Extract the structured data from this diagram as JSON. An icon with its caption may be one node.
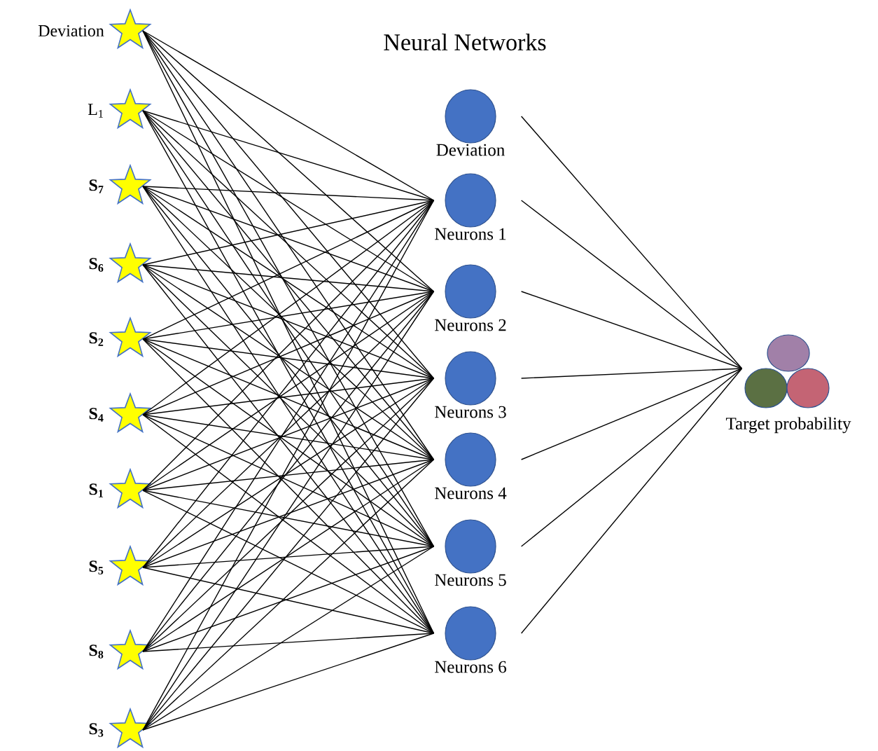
{
  "diagram": {
    "title": "Neural Networks",
    "nodes": [
      {
        "text": [
          "Deviation"
        ]
      },
      {
        "text": [
          "L$_{1}$"
        ]
      },
      {
        "text": [
          "S$_{7}$"
        ]
      },
      {
        "text": [
          "S$_{6}$"
        ]
      },
      {
        "text": [
          "S$_{2}$"
        ]
      },
      {
        "text": [
          "S$_{4}$"
        ]
      },
      {
        "text": [
          "S$_{1}$"
        ]
      },
      {
        "text": [
          "S$_{5}$"
        ]
      },
      {
        "text": [
          "S$_{8}$"
        ]
      },
      {
        "text": [
          "S$_{3}$"
        ]
      },
      {
        "text": [
          "Deviation"
        ]
      },
      {
        "text": [
          "Neurons 1"
        ]
      },
      {
        "text": [
          "Neurons 2"
        ]
      },
      {
        "text": [
          "Neurons 3"
        ]
      },
      {
        "text": [
          "Neurons 4"
        ]
      },
      {
        "text": [
          "Neurons 5"
        ]
      },
      {
        "text": [
          "Neurons 6"
        ]
      },
      {
        "text": [
          "Target probability"
        ]
      }
    ],
    "edges": [
      {
        "from": 0,
        "to": 11,
        "arrow": "none"
      },
      {
        "from": 0,
        "to": 12,
        "arrow": "none"
      },
      {
        "from": 0,
        "to": 13,
        "arrow": "none"
      },
      {
        "from": 0,
        "to": 14,
        "arrow": "none"
      },
      {
        "from": 0,
        "to": 15,
        "arrow": "none"
      },
      {
        "from": 0,
        "to": 16,
        "arrow": "none"
      },
      {
        "from": 1,
        "to": 11,
        "arrow": "none"
      },
      {
        "from": 1,
        "to": 12,
        "arrow": "none"
      },
      {
        "from": 1,
        "to": 13,
        "arrow": "none"
      },
      {
        "from": 1,
        "to": 14,
        "arrow": "none"
      },
      {
        "from": 1,
        "to": 15,
        "arrow": "none"
      },
      {
        "from": 1,
        "to": 16,
        "arrow": "none"
      },
      {
        "from": 2,
        "to": 11,
        "arrow": "none"
      },
      {
        "from": 2,
        "to": 12,
        "arrow": "none"
      },
      {
        "from": 2,
        "to": 13,
        "arrow": "none"
      },
      {
        "from": 2,
        "to": 14,
        "arrow": "none"
      },
      {
        "from": 2,
        "to": 15,
        "arrow": "none"
      },
      {
        "from": 2,
        "to": 16,
        "arrow": "none"
      },
      {
        "from": 3,
        "to": 11,
        "arrow": "none"
      },
      {
        "from": 3,
        "to": 12,
        "arrow": "none"
      },
      {
        "from": 3,
        "to": 13,
        "arrow": "none"
      },
      {
        "from": 3,
        "to": 14,
        "arrow": "none"
      },
      {
        "from": 3,
        "to": 15,
        "arrow": "none"
      },
      {
        "from": 3,
        "to": 16,
        "arrow": "none"
      },
      {
        "from": 4,
        "to": 11,
        "arrow": "none"
      },
      {
        "from": 4,
        "to": 12,
        "arrow": "none"
      },
      {
        "from": 4,
        "to": 13,
        "arrow": "none"
      },
      {
        "from": 4,
        "to": 14,
        "arrow": "none"
      },
      {
        "from": 4,
        "to": 15,
        "arrow": "none"
      },
      {
        "from": 4,
        "to": 16,
        "arrow": "none"
      },
      {
        "from": 5,
        "to": 11,
        "arrow": "none"
      },
      {
        "from": 5,
        "to": 12,
        "arrow": "none"
      },
      {
        "from": 5,
        "to": 13,
        "arrow": "none"
      },
      {
        "from": 5,
        "to": 14,
        "arrow": "none"
      },
      {
        "from": 5,
        "to": 15,
        "arrow": "none"
      },
      {
        "from": 5,
        "to": 16,
        "arrow": "none"
      },
      {
        "from": 6,
        "to": 11,
        "arrow": "none"
      },
      {
        "from": 6,
        "to": 12,
        "arrow": "none"
      },
      {
        "from": 6,
        "to": 13,
        "arrow": "none"
      },
      {
        "from": 6,
        "to": 14,
        "arrow": "none"
      },
      {
        "from": 6,
        "to": 15,
        "arrow": "none"
      },
      {
        "from": 6,
        "to": 16,
        "arrow": "none"
      },
      {
        "from": 7,
        "to": 11,
        "arrow": "none"
      },
      {
        "from": 7,
        "to": 12,
        "arrow": "none"
      },
      {
        "from": 7,
        "to": 13,
        "arrow": "none"
      },
      {
        "from": 7,
        "to": 14,
        "arrow": "none"
      },
      {
        "from": 7,
        "to": 15,
        "arrow": "none"
      },
      {
        "from": 7,
        "to": 16,
        "arrow": "none"
      },
      {
        "from": 8,
        "to": 11,
        "arrow": "none"
      },
      {
        "from": 8,
        "to": 12,
        "arrow": "none"
      },
      {
        "from": 8,
        "to": 13,
        "arrow": "none"
      },
      {
        "from": 8,
        "to": 14,
        "arrow": "none"
      },
      {
        "from": 8,
        "to": 15,
        "arrow": "none"
      },
      {
        "from": 8,
        "to": 16,
        "arrow": "none"
      },
      {
        "from": 9,
        "to": 11,
        "arrow": "none"
      },
      {
        "from": 9,
        "to": 12,
        "arrow": "none"
      },
      {
        "from": 9,
        "to": 13,
        "arrow": "none"
      },
      {
        "from": 9,
        "to": 14,
        "arrow": "none"
      },
      {
        "from": 9,
        "to": 15,
        "arrow": "none"
      },
      {
        "from": 9,
        "to": 16,
        "arrow": "none"
      },
      {
        "from": 10,
        "to": 17,
        "arrow": "none"
      },
      {
        "from": 11,
        "to": 17,
        "arrow": "none"
      },
      {
        "from": 12,
        "to": 17,
        "arrow": "none"
      },
      {
        "from": 13,
        "to": 17,
        "arrow": "none"
      },
      {
        "from": 14,
        "to": 17,
        "arrow": "none"
      },
      {
        "from": 15,
        "to": 17,
        "arrow": "none"
      },
      {
        "from": 16,
        "to": 17,
        "arrow": "none"
      }
    ]
  }
}
